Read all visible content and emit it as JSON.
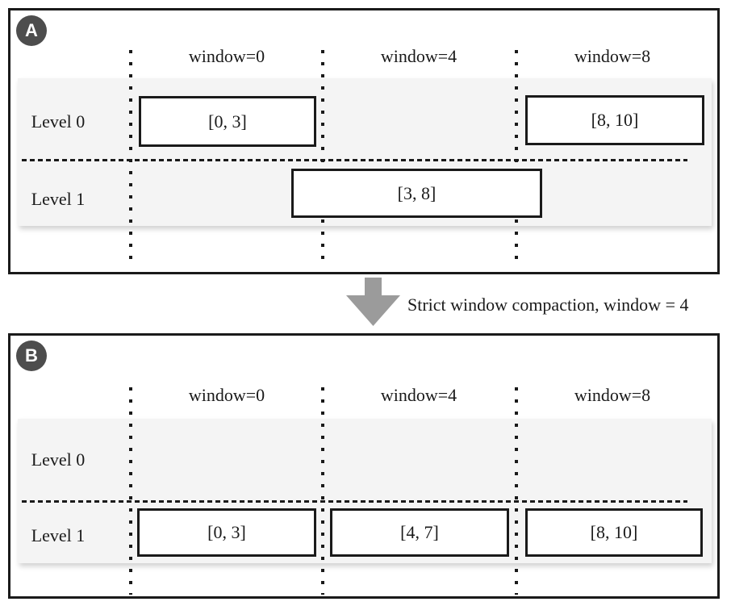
{
  "diagram": {
    "panels": [
      {
        "badge": "A",
        "column_headers": [
          "window=0",
          "window=4",
          "window=8"
        ],
        "row_labels": [
          "Level 0",
          "Level 1"
        ],
        "level0_sstables": [
          {
            "label": "[0, 3]"
          },
          {
            "label": "[8, 10]"
          }
        ],
        "level1_sstables": [
          {
            "label": "[3, 8]"
          }
        ]
      },
      {
        "badge": "B",
        "column_headers": [
          "window=0",
          "window=4",
          "window=8"
        ],
        "row_labels": [
          "Level 0",
          "Level 1"
        ],
        "level0_sstables": [],
        "level1_sstables": [
          {
            "label": "[0, 3]"
          },
          {
            "label": "[4, 7]"
          },
          {
            "label": "[8, 10]"
          }
        ]
      }
    ],
    "transition": {
      "label": "Strict window compaction, window = 4",
      "arrow_icon": "down-arrow"
    },
    "colors": {
      "line": "#1a1a1a",
      "band": "#f4f4f4",
      "badge": "#4d4d4d",
      "arrow": "#9b9b9b",
      "box_fill": "#ffffff"
    }
  }
}
